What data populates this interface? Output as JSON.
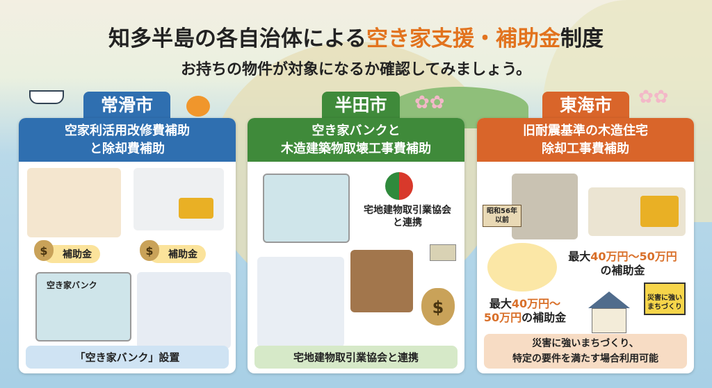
{
  "title": {
    "prefix": "知多半島の各自治体による",
    "highlight": "空き家支援・補助金",
    "suffix": "制度"
  },
  "subtitle": "お持ちの物件が対象になるか確認してみましょう。",
  "colors": {
    "tokoname": "#2f6fb0",
    "handa": "#3f8a3a",
    "tokai": "#d9652a",
    "highlight": "#e2731e"
  },
  "cards": [
    {
      "city": "常滑市",
      "heading_line1": "空家利活用改修費補助",
      "heading_line2": "と除却費補助",
      "badge1": "補助金",
      "badge2": "補助金",
      "map_label": "空き家バンク",
      "footer": "「空き家バンク」設置"
    },
    {
      "city": "半田市",
      "heading_line1": "空き家バンクと",
      "heading_line2": "木造建築物取壊工事費補助",
      "logo_text": "宅地建物取引業協会",
      "partner_line1": "宅地建物取引業協会",
      "partner_line2": "と連携",
      "footer": "宅地建物取引業協会と連携"
    },
    {
      "city": "東海市",
      "heading_line1": "旧耐震基準の木造住宅",
      "heading_line2": "除却工事費補助",
      "sign_line1": "昭和56年",
      "sign_line2": "以前",
      "amount_a_prefix": "最大",
      "amount_a_value": "40万円～50万円",
      "amount_a_suffix": "の補助金",
      "amount_b_prefix": "最大",
      "amount_b_value1": "40万円～",
      "amount_b_value2": "50万円",
      "amount_b_suffix": "の補助金",
      "board_line1": "災害に強い",
      "board_line2": "まちづくり",
      "footer_line1": "災害に強いまちづくり、",
      "footer_line2": "特定の要件を満たす場合利用可能"
    }
  ]
}
